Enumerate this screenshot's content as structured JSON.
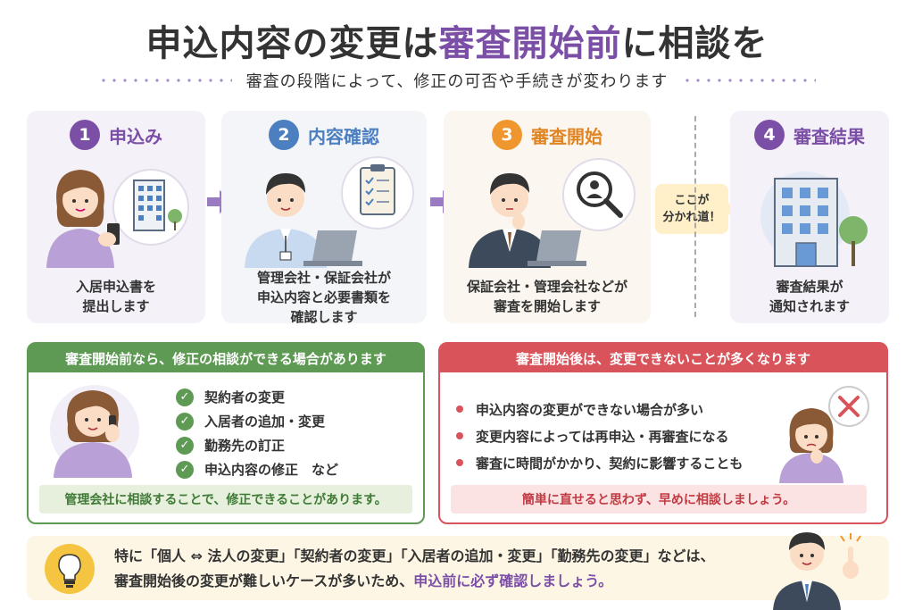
{
  "title": {
    "main": "申込内容の変更は",
    "accent": "審査開始前",
    "tail": "に相談を"
  },
  "subtitle": "審査の段階によって、修正の可否や手続きが変わります",
  "colors": {
    "purple": "#7b4fa6",
    "blue": "#4b7fc0",
    "orange": "#f0962e",
    "green": "#5e9a54",
    "red": "#d9535a"
  },
  "steps": [
    {
      "num": "1",
      "title": "申込み",
      "text1": "入居申込書を",
      "text2": "提出します",
      "text3": ""
    },
    {
      "num": "2",
      "title": "内容確認",
      "text1": "管理会社・保証会社が",
      "text2": "申込内容と必要書類を",
      "text3": "確認します"
    },
    {
      "num": "3",
      "title": "審査開始",
      "text1": "保証会社・管理会社などが",
      "text2": "審査を開始します",
      "text3": ""
    },
    {
      "num": "4",
      "title": "審査結果",
      "text1": "審査結果が",
      "text2": "通知されます",
      "text3": ""
    }
  ],
  "bubble": {
    "line1": "ここが",
    "line2": "分かれ道！"
  },
  "before": {
    "heading": "審査開始前なら、修正の相談ができる場合があります",
    "items": [
      "契約者の変更",
      "入居者の追加・変更",
      "勤務先の訂正",
      "申込内容の修正　など"
    ],
    "note": "管理会社に相談することで、修正できることがあります。"
  },
  "after": {
    "heading": "審査開始後は、変更できないことが多くなります",
    "items": [
      "申込内容の変更ができない場合が多い",
      "変更内容によっては再申込・再審査になる",
      "審査に時間がかかり、契約に影響することも"
    ],
    "note": "簡単に直せると思わず、早めに相談しましょう。"
  },
  "bottom": {
    "line1": "特に「個人 ⇔ 法人の変更」「契約者の変更」「入居者の追加・変更」「勤務先の変更」などは、",
    "line2": "審査開始後の変更が難しいケースが多いため、",
    "line2_accent": "申込前に必ず確認しましょう。"
  }
}
